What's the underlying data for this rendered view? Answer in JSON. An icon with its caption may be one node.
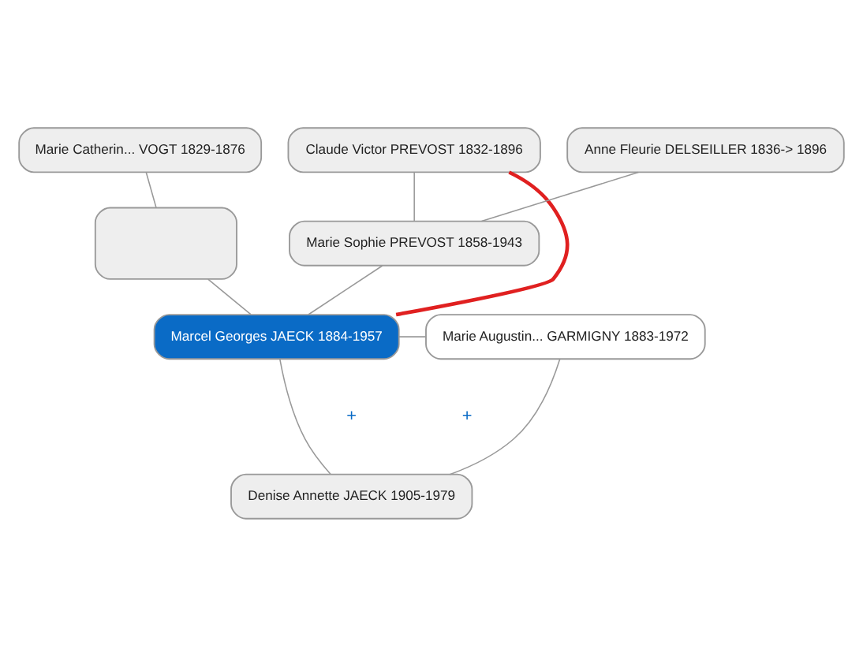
{
  "diagram": {
    "nodes": [
      {
        "text": [
          "Marie Catherin... VOGT 1829-1876"
        ]
      },
      {
        "text": [
          "Claude Victor PREVOST 1832-1896"
        ]
      },
      {
        "text": [
          "Anne Fleurie DELSEILLER 1836-> 1896"
        ]
      },
      {
        "text": [],
        "shape": "box"
      },
      {
        "text": [
          "Marie Sophie PREVOST 1858-1943"
        ]
      },
      {
        "text": [
          "Marcel Georges JAECK 1884-1957"
        ]
      },
      {
        "text": [
          "Marie Augustin... GARMIGNY 1883-1972"
        ]
      },
      {
        "text": [
          "Denise Annette JAECK 1905-1979"
        ]
      }
    ],
    "edges": [
      {
        "from": 0,
        "to": 3,
        "arrow": "none"
      },
      {
        "from": 1,
        "to": 4,
        "arrow": "none"
      },
      {
        "from": 2,
        "to": 4,
        "arrow": "none"
      },
      {
        "from": 3,
        "to": 5,
        "arrow": "none"
      },
      {
        "from": 4,
        "to": 5,
        "arrow": "none"
      },
      {
        "from": 5,
        "to": 6,
        "arrow": "none"
      },
      {
        "from": 5,
        "to": 7,
        "arrow": "none"
      },
      {
        "from": 6,
        "to": 7,
        "arrow": "none"
      },
      {
        "from": 1,
        "to": 5,
        "arrow": "none",
        "style": "thick",
        "color": "#e02020"
      }
    ],
    "labels": [
      "+",
      "+"
    ]
  }
}
